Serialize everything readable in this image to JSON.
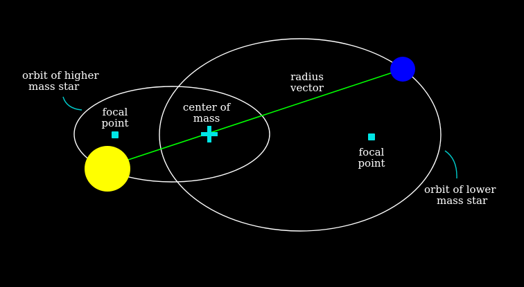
{
  "colors": {
    "background": "#000000",
    "orbit_line": "#ffffff",
    "radius_vector": "#00ff00",
    "higher_mass_star": "#ffff00",
    "lower_mass_star": "#0000ff",
    "focal_point": "#00e5e5",
    "center_of_mass": "#00e5e5",
    "leader_line": "#00cccc"
  },
  "labels": {
    "orbit_higher": {
      "line1": "orbit of higher",
      "line2": "mass star"
    },
    "focal_left": {
      "line1": "focal",
      "line2": "point"
    },
    "center_of_mass": {
      "line1": "center of",
      "line2": "mass"
    },
    "radius_vector": {
      "line1": "radius",
      "line2": "vector"
    },
    "focal_right": {
      "line1": "focal",
      "line2": "point"
    },
    "orbit_lower": {
      "line1": "orbit of lower",
      "line2": "mass star"
    }
  },
  "icons": {
    "higher_mass_star": "yellow-circle",
    "lower_mass_star": "blue-circle",
    "focal_point": "cyan-square",
    "center_of_mass": "cyan-plus"
  }
}
